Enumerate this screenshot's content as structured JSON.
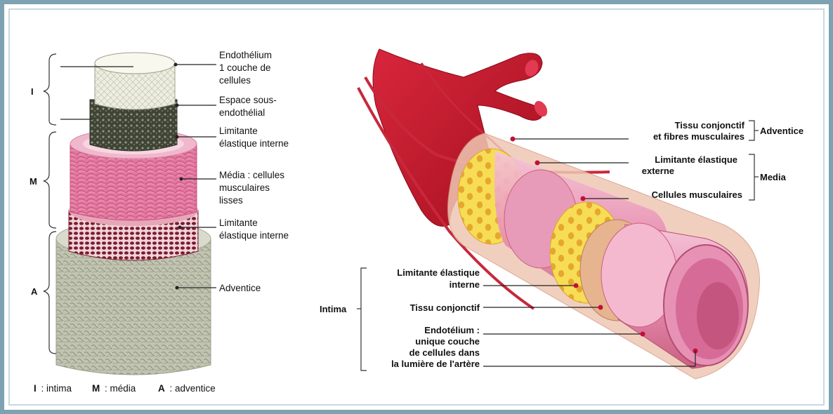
{
  "left_panel": {
    "group_letters": [
      "I",
      "M",
      "A"
    ],
    "labels": [
      [
        "Endothélium",
        "1 couche de",
        "cellules"
      ],
      [
        "Espace sous-",
        "endothélial"
      ],
      [
        "Limitante",
        "élastique interne"
      ],
      [
        "Média : cellules",
        "musculaires",
        "lisses"
      ],
      [
        "Limitante",
        "élastique interne"
      ],
      [
        "Adventice"
      ]
    ],
    "legend": {
      "i_key": "I",
      "i_text": ": intima",
      "m_key": "M",
      "m_text": ": média",
      "a_key": "A",
      "a_text": ": adventice"
    }
  },
  "right_panel": {
    "labels": [
      [
        "Tissu conjonctif",
        "et fibres musculaires"
      ],
      [
        "Limitante élastique",
        "externe"
      ],
      [
        "Cellules musculaires"
      ],
      [
        "Limitante élastique",
        "interne"
      ],
      [
        "Tissu conjonctif"
      ],
      [
        "Endotélium :",
        "unique couche",
        "de cellules dans",
        "la lumière de l'artère"
      ]
    ],
    "groups": [
      "Adventice",
      "Media",
      "Intima"
    ]
  },
  "colors": {
    "frame": "#7da2b2",
    "artery_red": "#c8102e",
    "muscle_pink": "#e0689a",
    "elastic_yellow": "#f3d84a",
    "adventitia_grey": "#b9bca8"
  }
}
